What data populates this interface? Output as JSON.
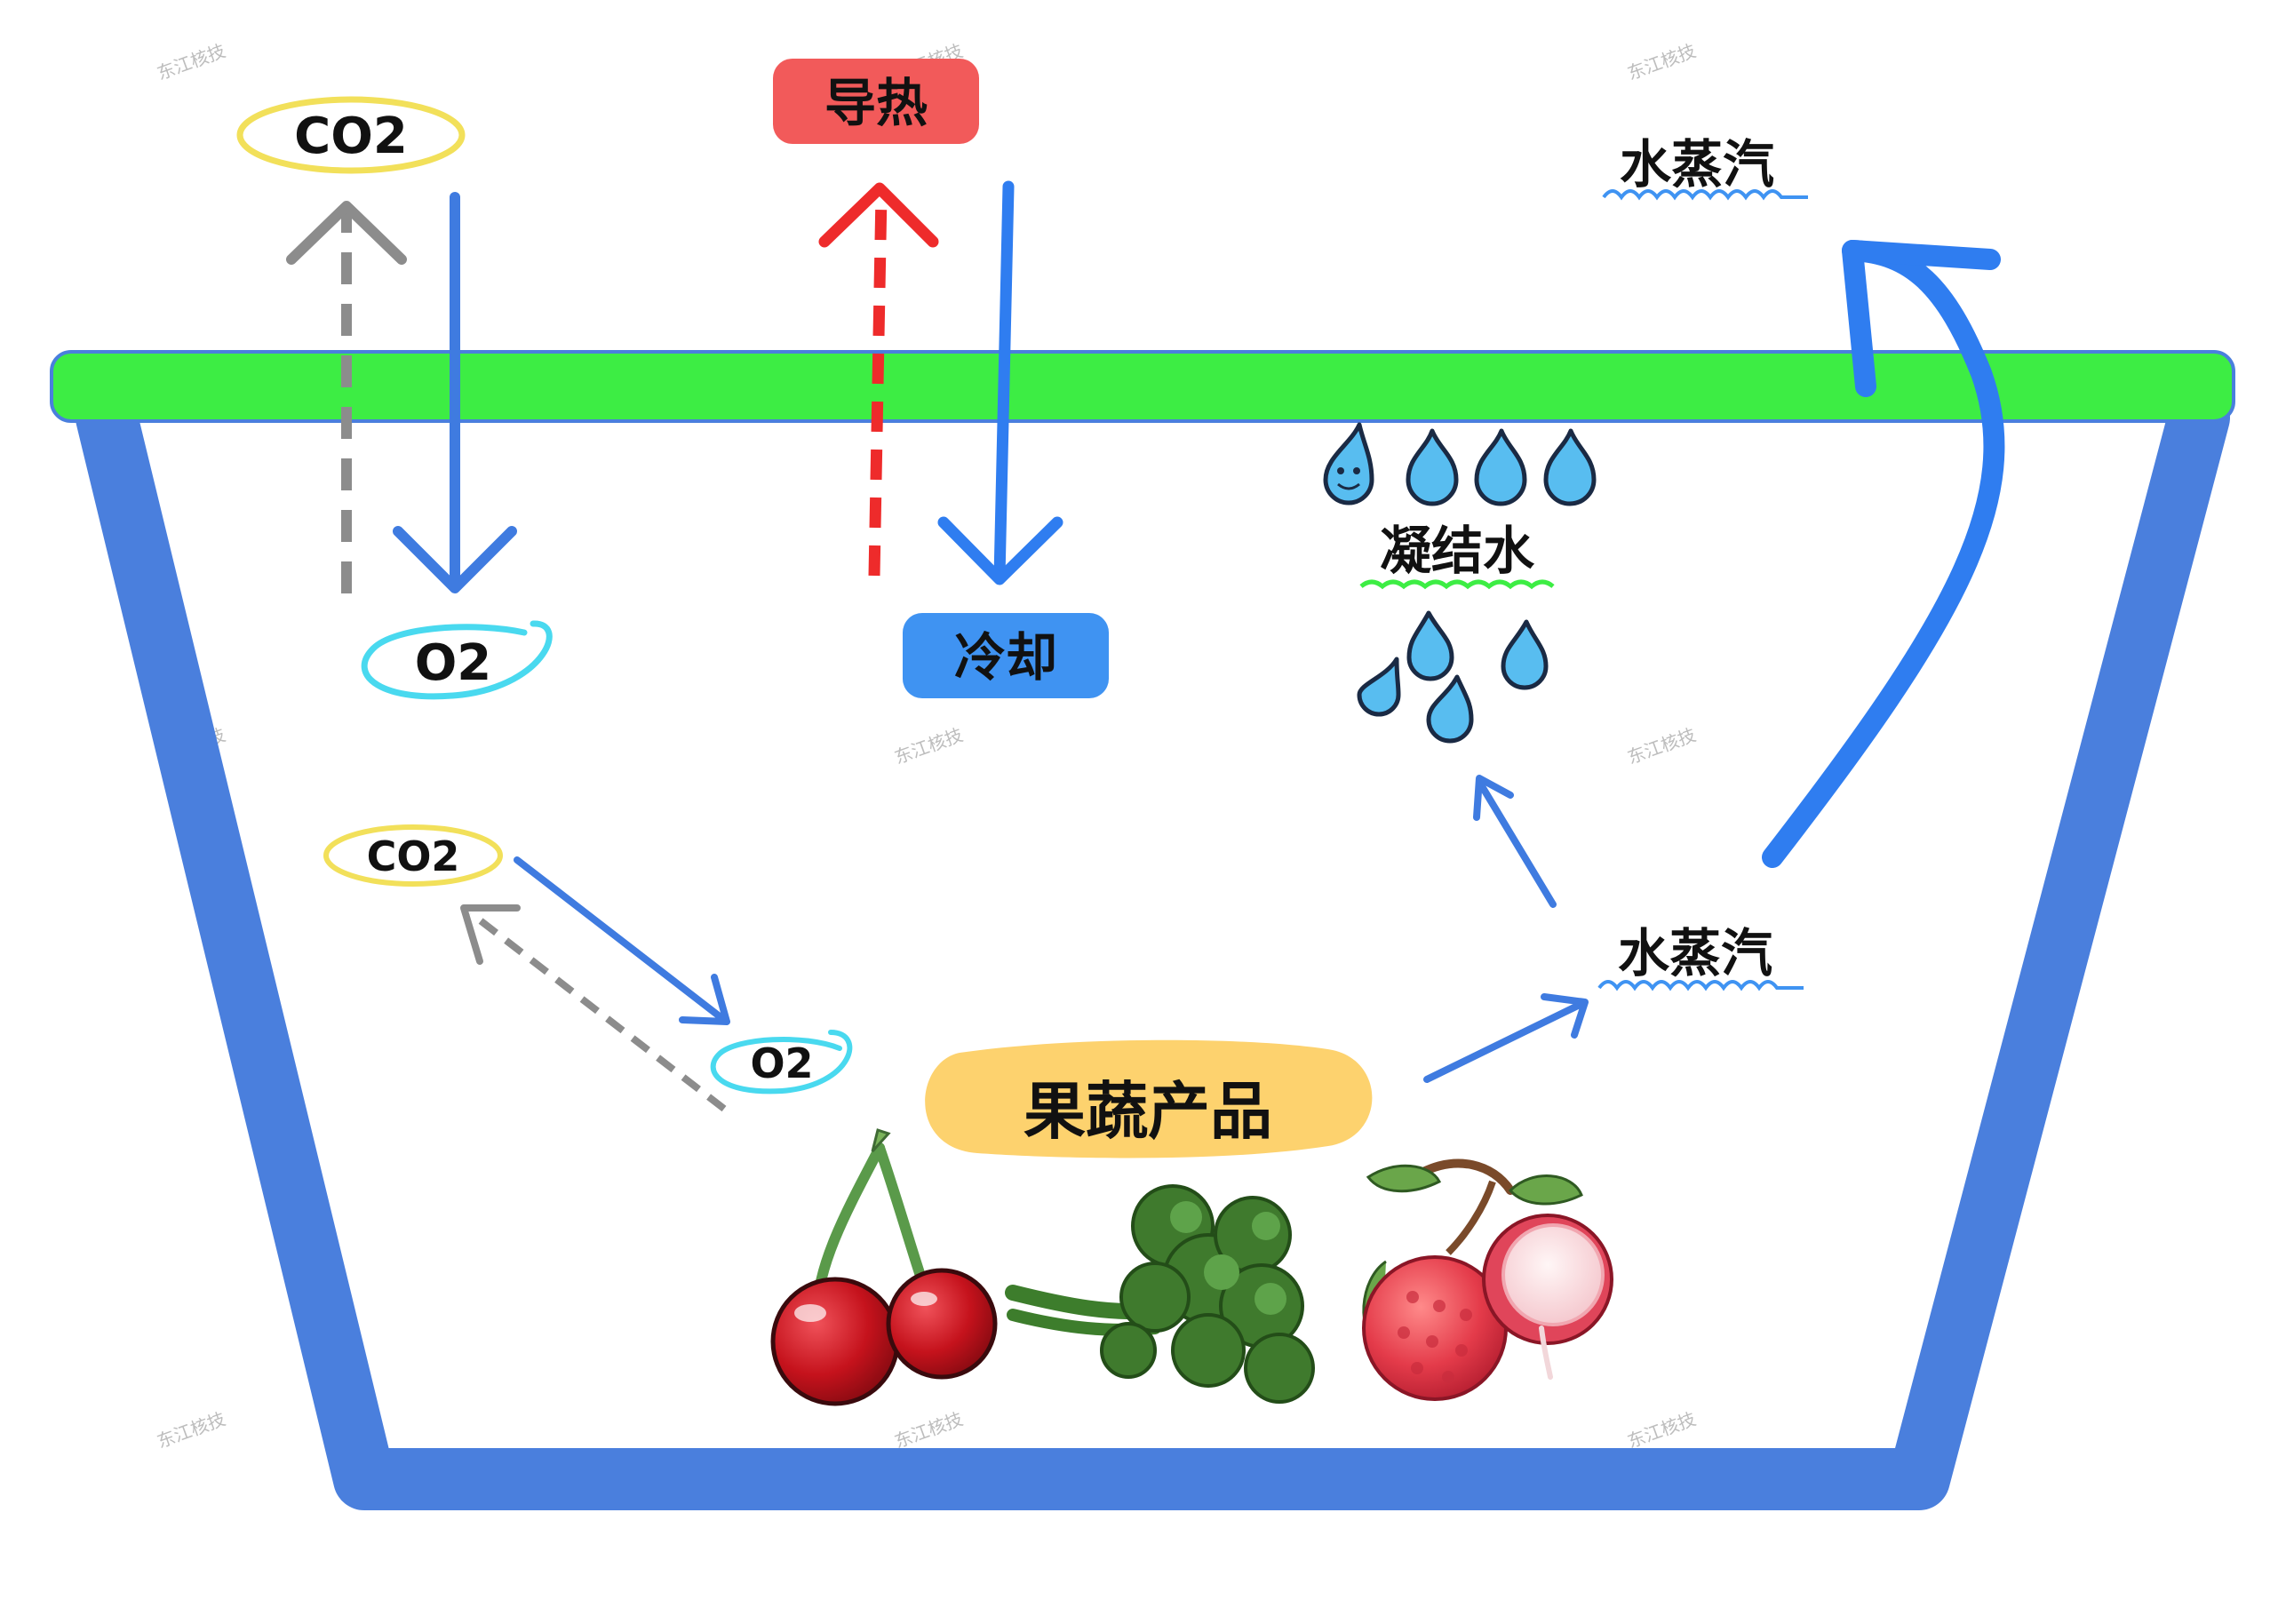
{
  "watermark": "东江核技",
  "labels": {
    "co2_top": "CO2",
    "o2_top": "O2",
    "heat_conduction": "导热",
    "cooling": "冷却",
    "vapor_top": "水蒸汽",
    "condensed_water": "凝结水",
    "co2_inner": "CO2",
    "o2_inner": "O2",
    "vapor_inner": "水蒸汽",
    "produce": "果蔬产品"
  },
  "colors": {
    "lid": "#3ded44",
    "container": "#4a7fdd",
    "arrow_blue": "#3f7be0",
    "arrow_red": "#ee2b2b",
    "arrow_gray": "#8c8c8c",
    "heat_badge": "#f25a5a",
    "cool_badge": "#3f93f2",
    "co2_ring": "#f2e05a",
    "o2_ring": "#49d9ef",
    "produce_badge": "#fdd26e",
    "droplet": "#58bdf0"
  },
  "icons": [
    "droplet-icon",
    "cherry-icon",
    "parsley-icon",
    "lychee-icon",
    "wave-underline-icon"
  ]
}
